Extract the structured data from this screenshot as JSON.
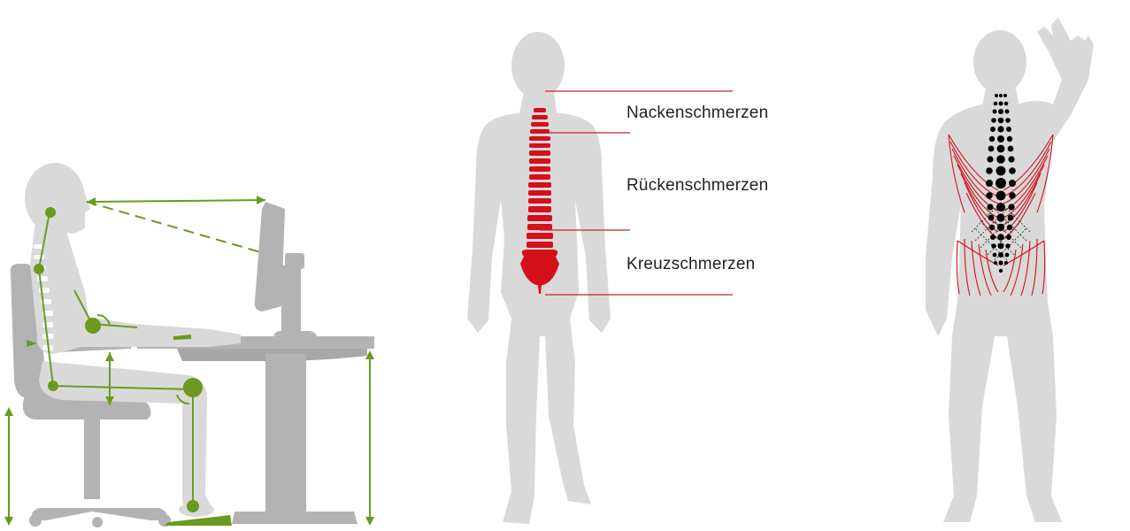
{
  "labels": {
    "neck": "Nackenschmerzen",
    "back": "Rückenschmerzen",
    "lower_back": "Kreuzschmerzen"
  },
  "colors": {
    "silhouette": "#d9d9d9",
    "furniture": "#b3b3b3",
    "ergonomic_accent": "#6b9a1f",
    "spine_red": "#d4101a",
    "leader_line": "#c8202a",
    "acupoint_dots": "#000000"
  }
}
